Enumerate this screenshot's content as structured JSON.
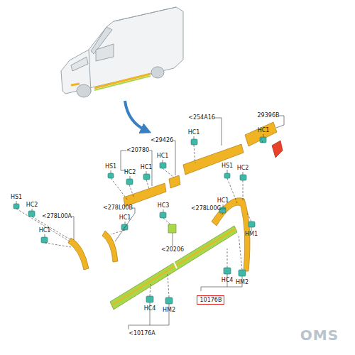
{
  "diagram": {
    "nodes": [
      {
        "text": [
          "10176B"
        ]
      }
    ],
    "labels": [
      "29396B",
      "HC1",
      "<254A16",
      "HC1",
      "<29426",
      "HC1",
      "<20780",
      "HS1",
      "HC2",
      "HC1",
      "HS1",
      "HC2",
      "HS1",
      "HC2",
      "<278L00B",
      "HC1",
      "<278L00A",
      "HC1",
      "HC3",
      "<20206",
      "HC1",
      "<278L00C",
      "HM1",
      "HC4",
      "HM2",
      "HC4",
      "HM2",
      "<10176A",
      "OMS"
    ]
  }
}
